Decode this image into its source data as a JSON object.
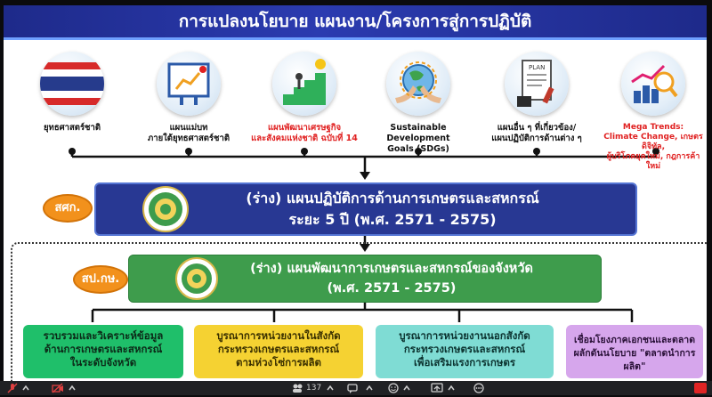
{
  "slide": {
    "title": "การแปลงนโยบาย แผนงาน/โครงการสู่การปฏิบัติ",
    "top_items": [
      {
        "icon": "thai-flag-icon",
        "label_lines": [
          "ยุทธศาสตร์ชาติ"
        ],
        "color": "#111111"
      },
      {
        "icon": "master-plan-icon",
        "label_lines": [
          "แผนแม่บท",
          "ภายใต้ยุทธศาสตร์ชาติ"
        ],
        "color": "#111111"
      },
      {
        "icon": "growth-stairs-icon",
        "label_lines": [
          "แผนพัฒนาเศรษฐกิจ",
          "และสังคมแห่งชาติ ฉบับที่ 14"
        ],
        "color": "#e02020"
      },
      {
        "icon": "globe-hands-icon",
        "label_lines": [
          "Sustainable Development",
          "Goals (SDGs)"
        ],
        "color": "#111111"
      },
      {
        "icon": "plan-document-icon",
        "label_lines": [
          "แผนอื่น ๆ ที่เกี่ยวข้อง/",
          "แผนปฏิบัติการด้านต่าง ๆ"
        ],
        "color": "#111111"
      },
      {
        "icon": "trend-chart-icon",
        "label_lines": [
          "Mega Trends:",
          "Climate Change, เกษตรดิจิทัล,",
          "ผู้บริโภคยุคใหม่, กฎการค้าใหม่"
        ],
        "color": "#e02020"
      }
    ],
    "plan_box": {
      "agency": "สศก.",
      "line1": "(ร่าง) แผนปฏิบัติการด้านการเกษตรและสหกรณ์",
      "line2": "ระยะ 5 ปี (พ.ศ. 2571 - 2575)"
    },
    "province_box": {
      "agency": "สป.กษ.",
      "line1": "(ร่าง) แผนพัฒนาการเกษตรและสหกรณ์ของจังหวัด",
      "line2": "(พ.ศ. 2571 - 2575)"
    },
    "bottom_boxes": [
      {
        "lines": [
          "รวบรวมและวิเคราะห์ข้อมูล",
          "ด้านการเกษตรและสหกรณ์",
          "ในระดับจังหวัด"
        ]
      },
      {
        "lines": [
          "บูรณาการหน่วยงานในสังกัด",
          "กระทรวงเกษตรและสหกรณ์",
          "ตามห่วงโซ่การผลิต"
        ]
      },
      {
        "lines": [
          "บูรณาการหน่วยงานนอกสังกัด",
          "กระทรวงเกษตรและสหกรณ์",
          "เพื่อเสริมแรงการเกษตร"
        ]
      },
      {
        "lines": [
          "เชื่อมโยงภาคเอกชนและตลาด",
          "ผลักดันนโยบาย \"ตลาดนำการผลิต\""
        ]
      }
    ]
  },
  "toolbar": {
    "participants_count": "137"
  }
}
